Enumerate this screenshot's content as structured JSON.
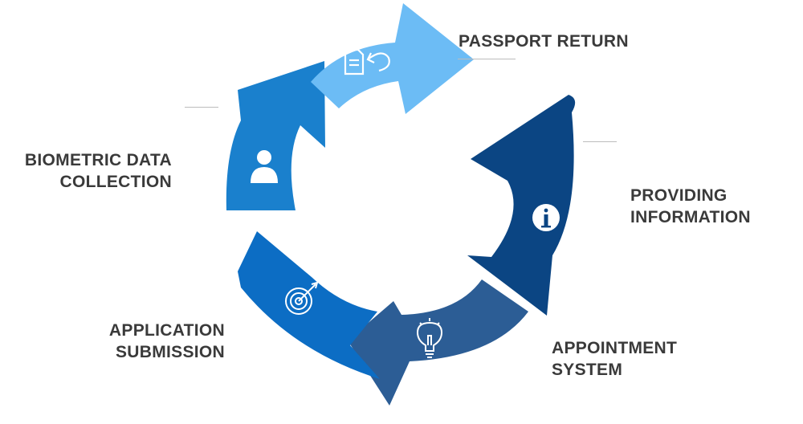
{
  "diagram": {
    "stages": [
      {
        "id": "passport-return",
        "lines": [
          "PASSPORT RETURN"
        ],
        "color": "#6cbcf5",
        "icon": "document-return-icon"
      },
      {
        "id": "providing-information",
        "lines": [
          "PROVIDING",
          "INFORMATION"
        ],
        "color": "#0b4583",
        "icon": "info-icon"
      },
      {
        "id": "appointment-system",
        "lines": [
          "APPOINTMENT",
          "SYSTEM"
        ],
        "color": "#2c5d95",
        "icon": "lightbulb-icon"
      },
      {
        "id": "application-submission",
        "lines": [
          "APPLICATION",
          "SUBMISSION"
        ],
        "color": "#0c6dc4",
        "icon": "target-icon"
      },
      {
        "id": "biometric-data-collection",
        "lines": [
          "BIOMETRIC DATA",
          "COLLECTION"
        ],
        "color": "#1a80cd",
        "icon": "user-icon"
      }
    ]
  }
}
